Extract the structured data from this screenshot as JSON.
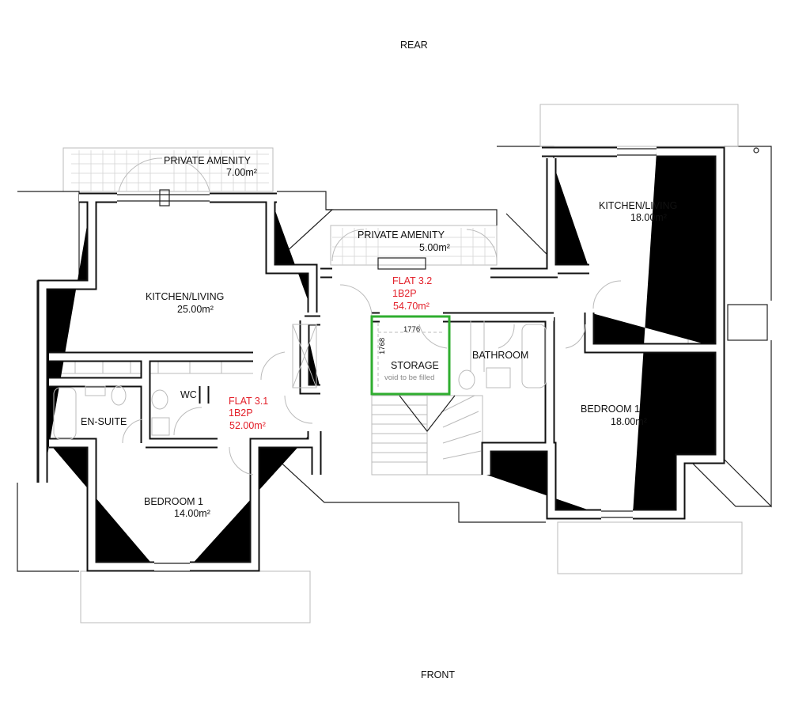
{
  "orientation": {
    "top": "REAR",
    "bottom": "FRONT"
  },
  "flat_3_1": {
    "name": "FLAT 3.1",
    "type": "1B2P",
    "area": "52.00m²",
    "amenity": {
      "label": "PRIVATE AMENITY",
      "area": "7.00m²"
    },
    "kitchen": {
      "label": "KITCHEN/LIVING",
      "area": "25.00m²"
    },
    "wc": "WC",
    "ensuite": "EN-SUITE",
    "bedroom": {
      "label": "BEDROOM 1",
      "area": "14.00m²"
    }
  },
  "flat_3_2": {
    "name": "FLAT 3.2",
    "type": "1B2P",
    "area": "54.70m²",
    "amenity": {
      "label": "PRIVATE AMENITY",
      "area": "5.00m²"
    },
    "kitchen": {
      "label": "KITCHEN/LIVING",
      "area": "18.00m²"
    },
    "bathroom": "BATHROOM",
    "bedroom": {
      "label": "BEDROOM 1",
      "area": "18.00m²"
    },
    "storage": {
      "label": "STORAGE",
      "note": "void to be filled",
      "width_dim": "1776",
      "depth_dim": "1768"
    }
  },
  "colors": {
    "flat_label": "#e3202a",
    "storage_outline": "#2fae2f"
  }
}
